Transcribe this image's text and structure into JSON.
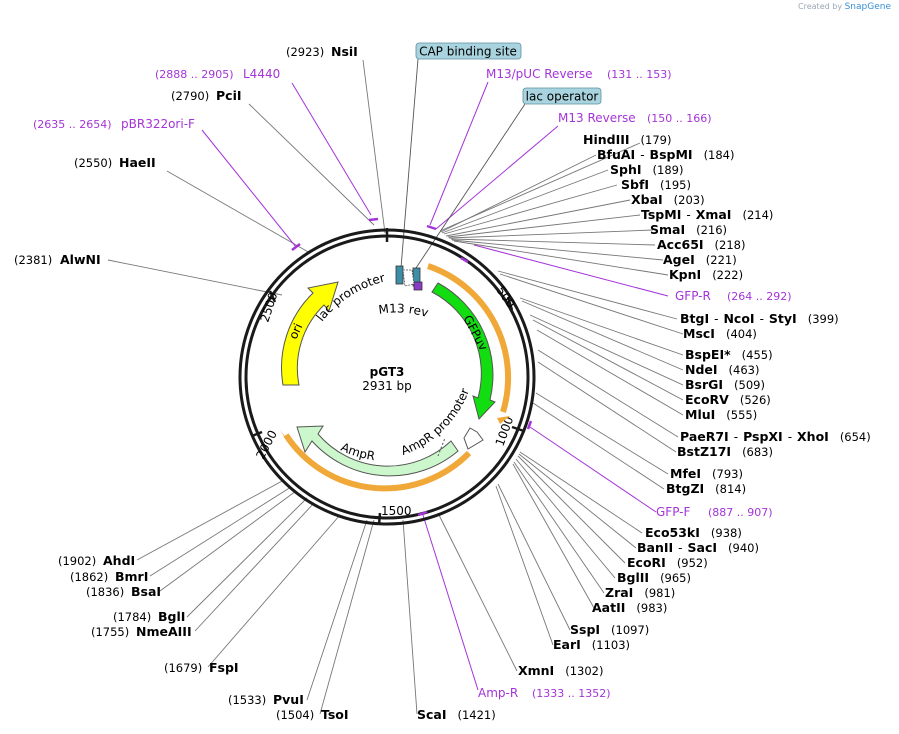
{
  "credit": {
    "prefix": "Created by",
    "brand": "SnapGene"
  },
  "plasmid": {
    "name": "pGT3",
    "size": "2931 bp"
  },
  "ticks": [
    "500",
    "1000",
    "1500",
    "2000",
    "2500"
  ],
  "features": {
    "ori": "ori",
    "gfp": "GFPuv",
    "ampr": "AmpR",
    "ampr_promoter": "AmpR promoter",
    "lac_promoter": "lac promoter",
    "m13rev": "M13 rev"
  },
  "boxed": {
    "cap": "CAP binding site",
    "lacop": "lac operator"
  },
  "primers": {
    "l4440": {
      "name": "L4440",
      "pos": "(2888 .. 2905)"
    },
    "pbr": {
      "name": "pBR322ori-F",
      "pos": "(2635 .. 2654)"
    },
    "m13puc": {
      "name": "M13/pUC Reverse",
      "pos": "(131 .. 153)"
    },
    "m13rev": {
      "name": "M13 Reverse",
      "pos": "(150 .. 166)"
    },
    "gfpr": {
      "name": "GFP-R",
      "pos": "(264 .. 292)"
    },
    "gfpf": {
      "name": "GFP-F",
      "pos": "(887 .. 907)"
    },
    "ampr": {
      "name": "Amp-R",
      "pos": "(1333 .. 1352)"
    }
  },
  "enzymes": {
    "nsii": {
      "name": "NsiI",
      "pos": "(2923)"
    },
    "pcii": {
      "name": "PciI",
      "pos": "(2790)"
    },
    "haeii": {
      "name": "HaeII",
      "pos": "(2550)"
    },
    "alwni": {
      "name": "AlwNI",
      "pos": "(2381)"
    },
    "hindiii": {
      "name": "HindIII",
      "pos": "(179)"
    },
    "bfuai": {
      "name": "BfuAI",
      "sep": "-",
      "name2": "BspMI",
      "pos": "(184)"
    },
    "sphi": {
      "name": "SphI",
      "pos": "(189)"
    },
    "sbfi": {
      "name": "SbfI",
      "pos": "(195)"
    },
    "xbai": {
      "name": "XbaI",
      "pos": "(203)"
    },
    "tspmi": {
      "name": "TspMI",
      "sep": "-",
      "name2": "XmaI",
      "pos": "(214)"
    },
    "smai": {
      "name": "SmaI",
      "pos": "(216)"
    },
    "acc65i": {
      "name": "Acc65I",
      "pos": "(218)"
    },
    "agei": {
      "name": "AgeI",
      "pos": "(221)"
    },
    "kpni": {
      "name": "KpnI",
      "pos": "(222)"
    },
    "btgi": {
      "name": "BtgI",
      "sep": "-",
      "name2": "NcoI",
      "sep2": "-",
      "name3": "StyI",
      "pos": "(399)"
    },
    "msci": {
      "name": "MscI",
      "pos": "(404)"
    },
    "bspei": {
      "name": "BspEI",
      "star": "*",
      "pos": "(455)"
    },
    "ndei": {
      "name": "NdeI",
      "pos": "(463)"
    },
    "bsrgi": {
      "name": "BsrGI",
      "pos": "(509)"
    },
    "ecorv": {
      "name": "EcoRV",
      "pos": "(526)"
    },
    "mlui": {
      "name": "MluI",
      "pos": "(555)"
    },
    "paer7i": {
      "name": "PaeR7I",
      "sep": "-",
      "name2": "PspXI",
      "sep2": "-",
      "name3": "XhoI",
      "pos": "(654)"
    },
    "bstz17i": {
      "name": "BstZ17I",
      "pos": "(683)"
    },
    "mfei": {
      "name": "MfeI",
      "pos": "(793)"
    },
    "btgzi": {
      "name": "BtgZI",
      "pos": "(814)"
    },
    "eco53ki": {
      "name": "Eco53kI",
      "pos": "(938)"
    },
    "banii": {
      "name": "BanII",
      "sep": "-",
      "name2": "SacI",
      "pos": "(940)"
    },
    "ecori": {
      "name": "EcoRI",
      "pos": "(952)"
    },
    "bglii": {
      "name": "BglII",
      "pos": "(965)"
    },
    "zrai": {
      "name": "ZraI",
      "pos": "(981)"
    },
    "aatii": {
      "name": "AatII",
      "pos": "(983)"
    },
    "sspi": {
      "name": "SspI",
      "pos": "(1097)"
    },
    "eari": {
      "name": "EarI",
      "pos": "(1103)"
    },
    "xmni": {
      "name": "XmnI",
      "pos": "(1302)"
    },
    "scai": {
      "name": "ScaI",
      "pos": "(1421)"
    },
    "tsoi": {
      "name": "TsoI",
      "pos": "(1504)"
    },
    "pvui": {
      "name": "PvuI",
      "pos": "(1533)"
    },
    "fspi": {
      "name": "FspI",
      "pos": "(1679)"
    },
    "nmeaiii": {
      "name": "NmeAIII",
      "pos": "(1755)"
    },
    "bgli": {
      "name": "BglI",
      "pos": "(1784)"
    },
    "bsai": {
      "name": "BsaI",
      "pos": "(1836)"
    },
    "bmri": {
      "name": "BmrI",
      "pos": "(1862)"
    },
    "ahdi": {
      "name": "AhdI",
      "pos": "(1902)"
    }
  },
  "colors": {
    "ori": "#ffff00",
    "gfp": "#11dd11",
    "ampr": "#ccf7cc",
    "orange": "#f0a838",
    "primer": "#a434d8",
    "box": "#a9d4df"
  }
}
